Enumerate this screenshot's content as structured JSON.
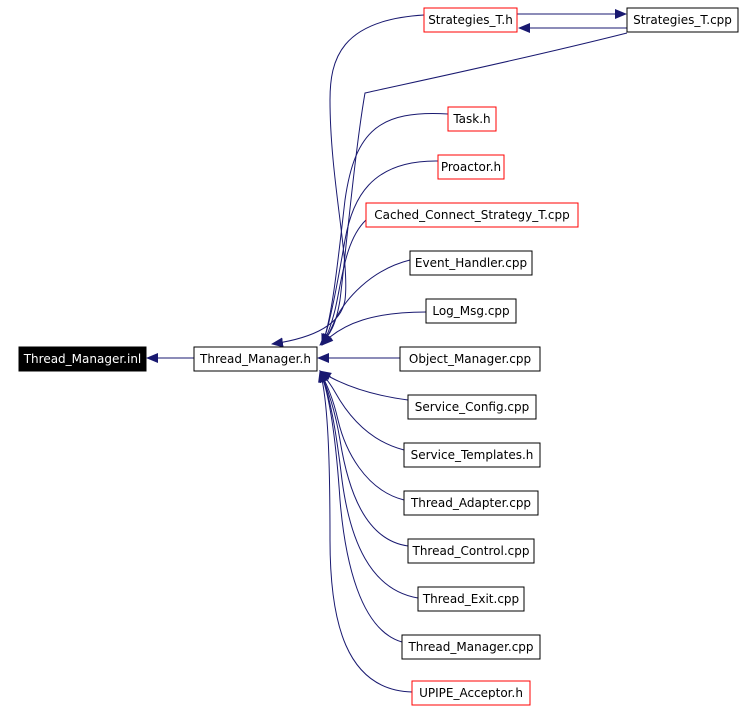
{
  "colors": {
    "edge": "#191970",
    "border_default": "#000000",
    "border_warning": "#ff0000",
    "root_fill": "#000000",
    "root_text": "#ffffff",
    "node_fill": "#ffffff",
    "node_text": "#000000"
  },
  "nodes": {
    "root": "Thread_Manager.inl",
    "center": "Thread_Manager.h",
    "strategies_th": "Strategies_T.h",
    "strategies_tcpp": "Strategies_T.cpp",
    "task_h": "Task.h",
    "proactor_h": "Proactor.h",
    "cached_connect": "Cached_Connect_Strategy_T.cpp",
    "event_handler": "Event_Handler.cpp",
    "log_msg": "Log_Msg.cpp",
    "object_manager": "Object_Manager.cpp",
    "service_config": "Service_Config.cpp",
    "service_templates": "Service_Templates.h",
    "thread_adapter": "Thread_Adapter.cpp",
    "thread_control": "Thread_Control.cpp",
    "thread_exit": "Thread_Exit.cpp",
    "thread_manager_cpp": "Thread_Manager.cpp",
    "upipe_acceptor": "UPIPE_Acceptor.h"
  }
}
